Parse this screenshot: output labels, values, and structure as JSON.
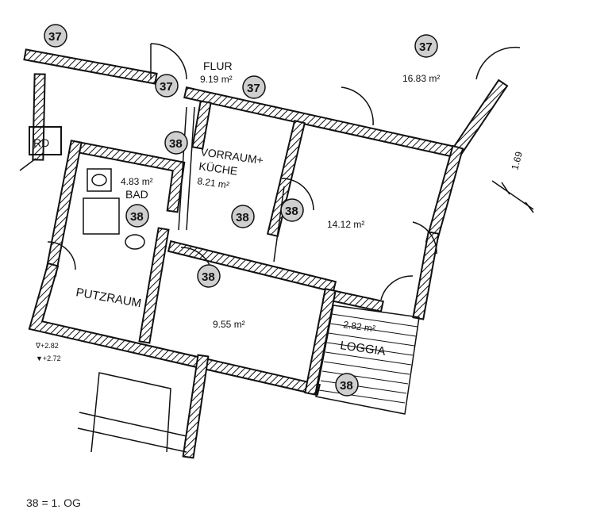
{
  "rooms": {
    "flur": {
      "name": "FLUR",
      "area": "9.19 m²"
    },
    "top_right": {
      "area": "16.83 m²"
    },
    "vorraum": {
      "name1": "VORRAUM+",
      "name2": "KÜCHE",
      "area": "8.21 m²"
    },
    "bad": {
      "name": "BAD",
      "area": "4.83 m²"
    },
    "room_14": {
      "area": "14.12 m²"
    },
    "putzraum": {
      "name": "PUTZRAUM"
    },
    "room_9": {
      "area": "9.55 m²"
    },
    "loggia": {
      "name": "LOGGIA",
      "area": "2.82 m²"
    }
  },
  "dimension": "1.69",
  "rd_label": "RD",
  "levels": [
    "∇+2.82",
    "▼+2.72"
  ],
  "markers": {
    "m37": "37",
    "m38": "38"
  },
  "legend": "38 = 1. OG"
}
